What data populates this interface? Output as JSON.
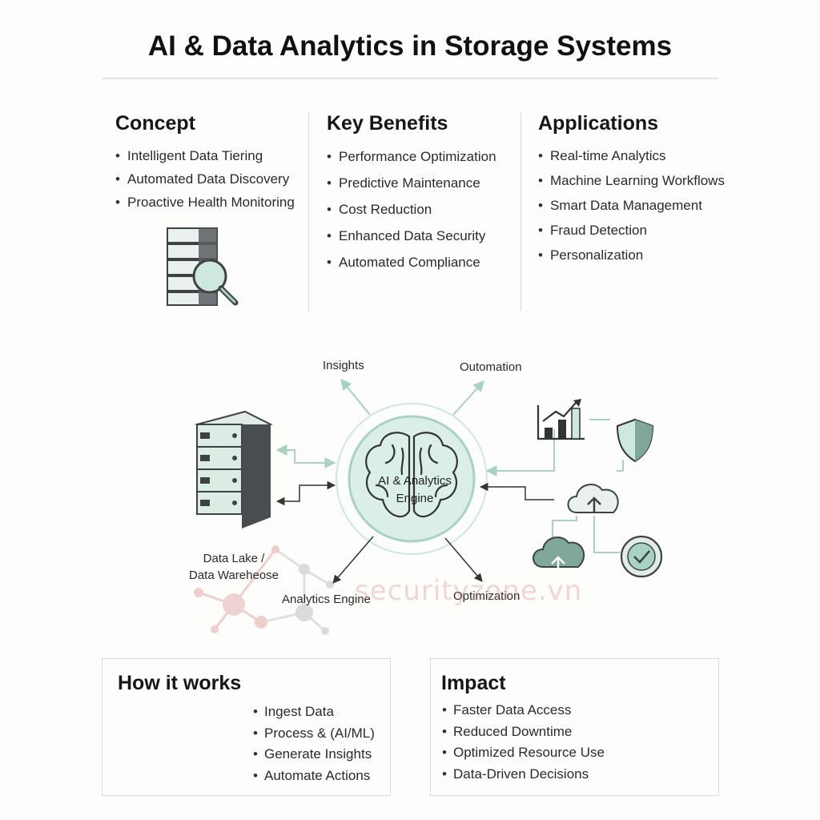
{
  "title": "AI & Data Analytics in Storage Systems",
  "concept": {
    "heading": "Concept",
    "items": [
      "Intelligent Data Tiering",
      "Automated Data Discovery",
      "Proactive Health Monitoring"
    ]
  },
  "benefits": {
    "heading": "Key Benefits",
    "items": [
      "Performance Optimization",
      "Predictive Maintenance",
      "Cost Reduction",
      "Enhanced Data Security",
      "Automated Compliance"
    ]
  },
  "applications": {
    "heading": "Applications",
    "items": [
      "Real-time Analytics",
      "Machine Learning Workflows",
      "Smart Data Management",
      "Fraud Detection",
      "Personalization"
    ]
  },
  "diagram": {
    "engine_line1": "AI & Analytics",
    "engine_line2": "Engine",
    "insights": "Insights",
    "automation": "Outomation",
    "optimization": "Optimization",
    "analytics_engine": "Analytics Engine",
    "data_lake_line1": "Data Lake /",
    "data_lake_line2": "Data Wareheose",
    "watermark": "securityzone.vn"
  },
  "how_it_works": {
    "heading": "How it works",
    "items": [
      "Ingest Data",
      "Process & (AI/ML)",
      "Generate Insights",
      "Automate Actions"
    ]
  },
  "impact": {
    "heading": "Impact",
    "items": [
      "Faster Data Access",
      "Reduced Downtime",
      "Optimized Resource Use",
      "Data-Driven Decisions"
    ]
  },
  "colors": {
    "accent_mint": "#cfe8de",
    "accent_teal": "#7fa89a",
    "dark_gray": "#4a4d4f",
    "watermark_red": "#e0a0a0"
  }
}
